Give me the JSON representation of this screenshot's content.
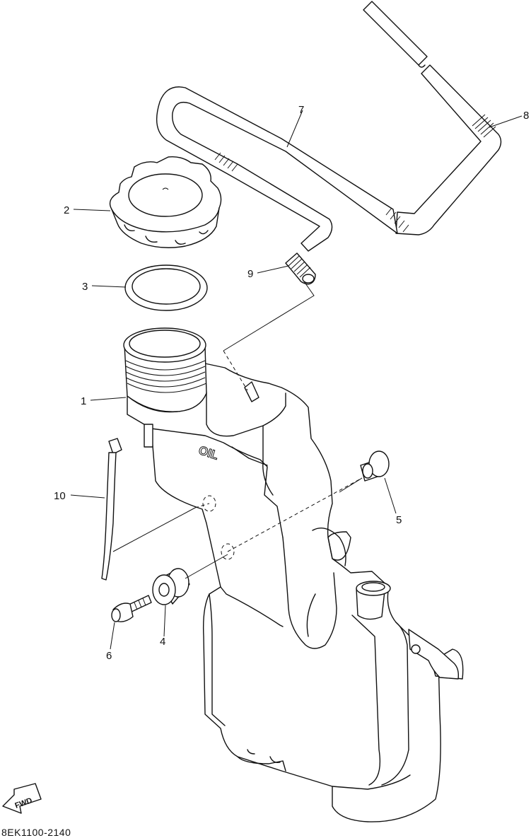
{
  "diagram": {
    "code": "8EK1100-2140",
    "forward_marker": "FWD",
    "tank_embossing": "OIL",
    "callouts": [
      {
        "id": "c1",
        "label": "1"
      },
      {
        "id": "c2",
        "label": "2"
      },
      {
        "id": "c3",
        "label": "3"
      },
      {
        "id": "c4",
        "label": "4"
      },
      {
        "id": "c5",
        "label": "5"
      },
      {
        "id": "c6",
        "label": "6"
      },
      {
        "id": "c7",
        "label": "7"
      },
      {
        "id": "c8",
        "label": "8"
      },
      {
        "id": "c9",
        "label": "9"
      },
      {
        "id": "c10",
        "label": "10"
      }
    ]
  }
}
